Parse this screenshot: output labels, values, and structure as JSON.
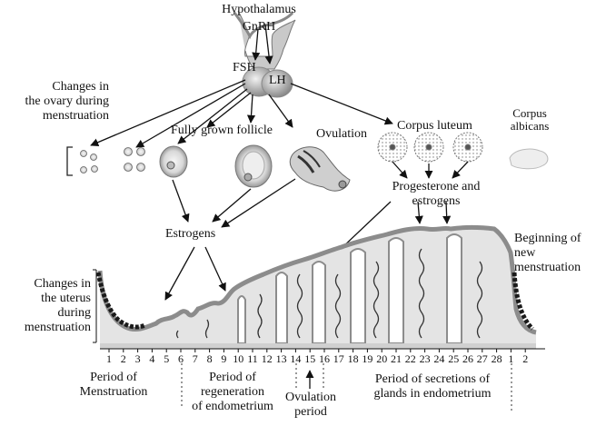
{
  "hormones": {
    "hypothalamus": "Hypothalamus",
    "gnrh": "GnRH",
    "fsh": "FSH",
    "lh": "LH"
  },
  "ovary": {
    "heading_line1": "Changes in",
    "heading_line2": "the ovary during",
    "heading_line3": "menstruation",
    "fully_grown_follicle": "Fully grown follicle",
    "ovulation": "Ovulation",
    "corpus_luteum": "Corpus luteum",
    "corpus_albicans_line1": "Corpus",
    "corpus_albicans_line2": "albicans"
  },
  "secretions": {
    "estrogens": "Estrogens",
    "prog_line1": "Progesterone and",
    "prog_line2": "estrogens"
  },
  "uterus": {
    "heading_line1": "Changes in",
    "heading_line2": "the uterus",
    "heading_line3": "during",
    "heading_line4": "menstruation",
    "new_line1": "Beginning of",
    "new_line2": "new",
    "new_line3": "menstruation"
  },
  "days": [
    "1",
    "2",
    "3",
    "4",
    "5",
    "6",
    "7",
    "8",
    "9",
    "10",
    "11",
    "12",
    "13",
    "14",
    "15",
    "16",
    "17",
    "18",
    "19",
    "20",
    "21",
    "22",
    "23",
    "24",
    "25",
    "26",
    "27",
    "28",
    "1",
    "2"
  ],
  "periods": {
    "menstruation_line1": "Period of",
    "menstruation_line2": "Menstruation",
    "regeneration_line1": "Period of",
    "regeneration_line2": "regeneration",
    "regeneration_line3": "of endometrium",
    "ovulation_line1": "Ovulation",
    "ovulation_line2": "period",
    "secretion_line1": "Period of secretions of",
    "secretion_line2": "glands in endometrium"
  }
}
